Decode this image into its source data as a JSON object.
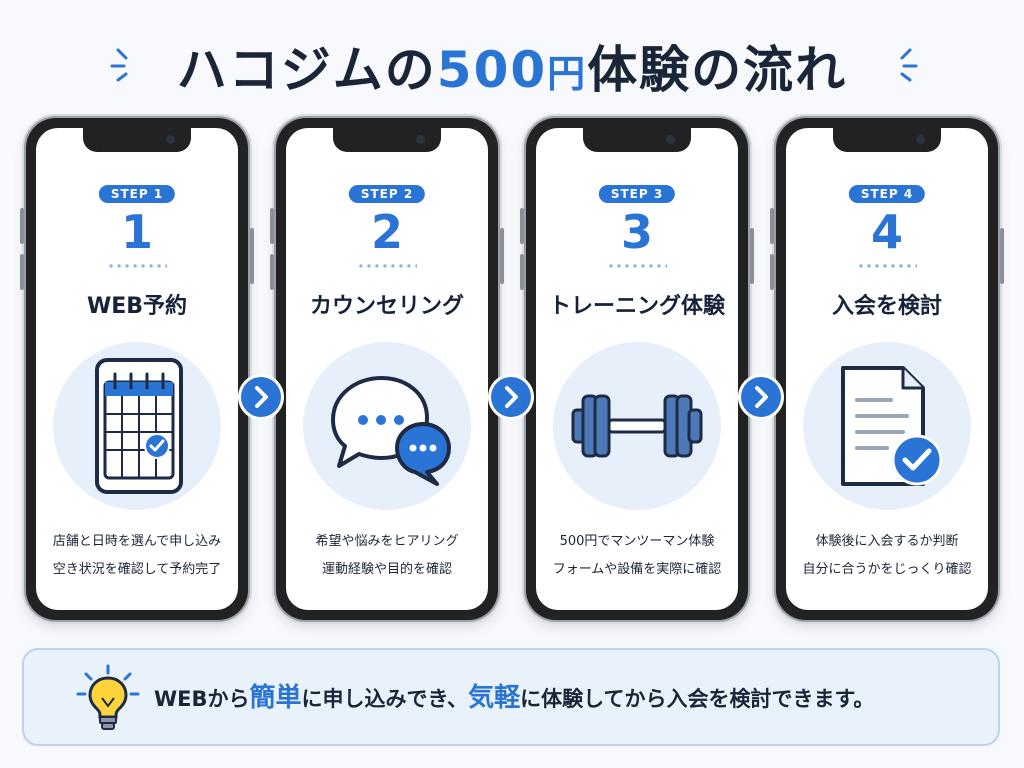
{
  "title": {
    "part1": "ハコジムの",
    "price_number": "500",
    "price_unit": "円",
    "part2": "体験の流れ"
  },
  "steps": [
    {
      "badge": "STEP 1",
      "number": "1",
      "title": "WEB予約",
      "icon": "calendar-check-icon",
      "desc1": "店舗と日時を選んで申し込み",
      "desc2": "空き状況を確認して予約完了"
    },
    {
      "badge": "STEP 2",
      "number": "2",
      "title": "カウンセリング",
      "icon": "chat-bubbles-icon",
      "desc1": "希望や悩みをヒアリング",
      "desc2": "運動経験や目的を確認"
    },
    {
      "badge": "STEP 3",
      "number": "3",
      "title": "トレーニング体験",
      "icon": "dumbbell-icon",
      "desc1": "500円でマンツーマン体験",
      "desc2": "フォームや設備を実際に確認"
    },
    {
      "badge": "STEP 4",
      "number": "4",
      "title": "入会を検討",
      "icon": "document-check-icon",
      "desc1": "体験後に入会するか判断",
      "desc2": "自分に合うかをじっくり確認"
    }
  ],
  "banner": {
    "icon": "lightbulb-icon",
    "t1": "WEBから",
    "h1": "簡単",
    "t2": "に申し込みでき、",
    "h2": "気軽",
    "t3": "に体験してから入会を検討できます。"
  },
  "colors": {
    "accent": "#2a74d6",
    "text": "#1b2538",
    "icon_bg": "#e6effa",
    "banner_bg": "#e9f1fb"
  }
}
